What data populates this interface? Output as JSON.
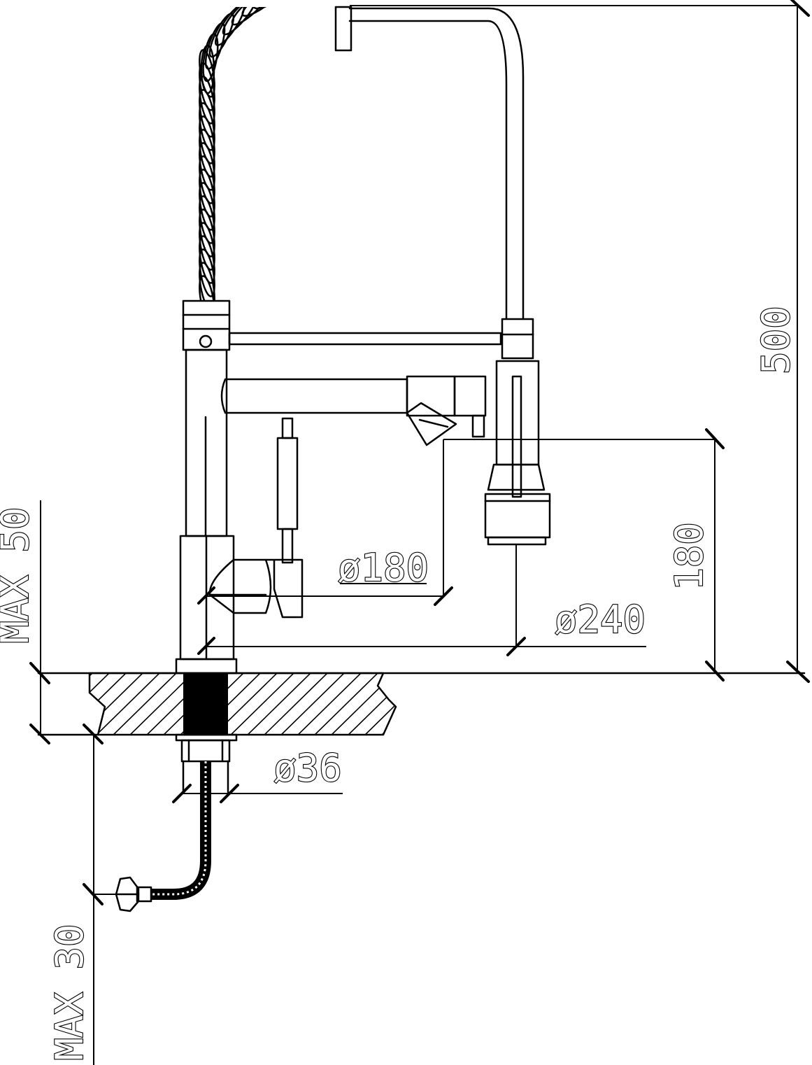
{
  "dimensions": {
    "height_total": "500",
    "spout_height": "180",
    "spout_reach": "ø180",
    "spray_reach": "ø240",
    "hole_diameter": "ø36",
    "max_deck_thickness": "MAX 50",
    "max_hose_clearance": "MAX 30"
  },
  "colors": {
    "line": "#000000",
    "background": "#ffffff"
  }
}
